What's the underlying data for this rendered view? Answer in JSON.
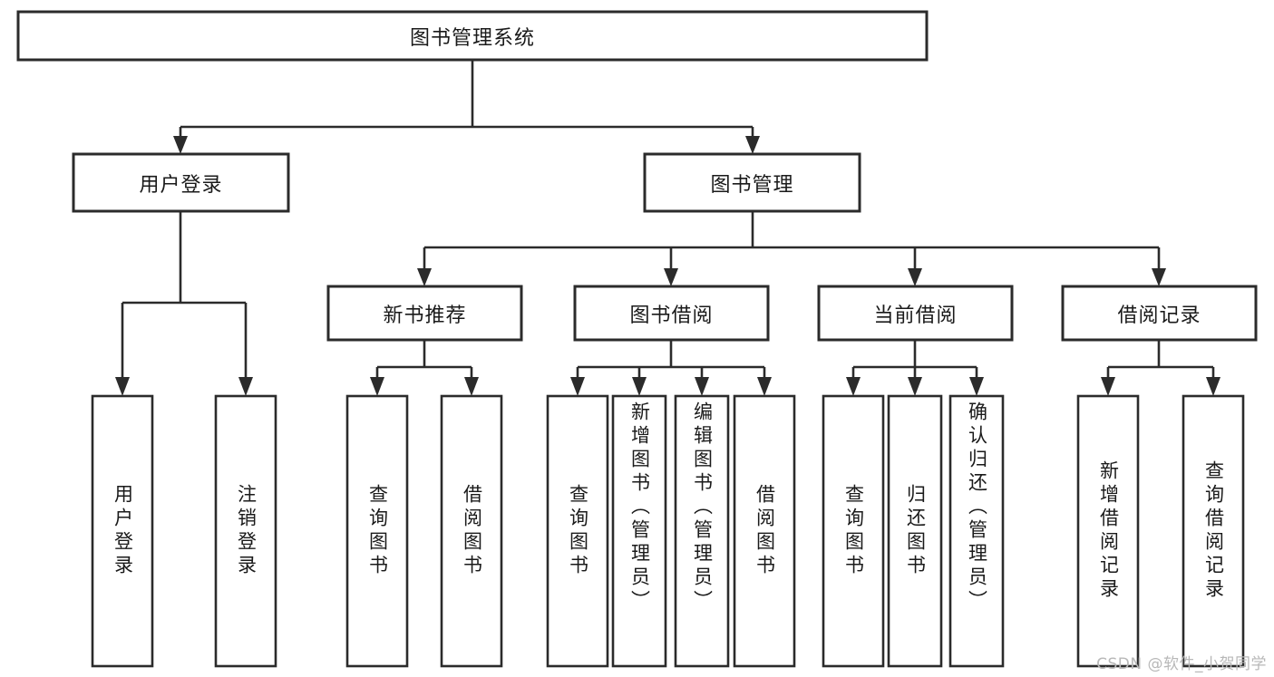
{
  "diagram": {
    "type": "tree-hierarchy",
    "title": "图书管理系统",
    "orientation": "top-down",
    "colors": {
      "stroke": "#2b2b2b",
      "fill": "#ffffff",
      "text": "#1a1a1a",
      "background": "#ffffff",
      "watermark": "#b8b8b8"
    },
    "levels": {
      "level1": [
        "图书管理系统"
      ],
      "level2": [
        "用户登录",
        "图书管理"
      ],
      "level3": [
        "新书推荐",
        "图书借阅",
        "当前借阅",
        "借阅记录"
      ],
      "level4": [
        "用户登录",
        "注销登录",
        "查询图书",
        "借阅图书",
        "查询图书",
        "新增图书（管理员）",
        "编辑图书（管理员）",
        "借阅图书",
        "查询图书",
        "归还图书",
        "确认归还（管理员）",
        "新增借阅记录",
        "查询借阅记录"
      ]
    },
    "nodes": {
      "root": {
        "label": "图书管理系统"
      },
      "user_login": {
        "label": "用户登录"
      },
      "book_manage": {
        "label": "图书管理"
      },
      "new_book_rec": {
        "label": "新书推荐"
      },
      "book_borrow": {
        "label": "图书借阅"
      },
      "current_borrow": {
        "label": "当前借阅"
      },
      "borrow_record": {
        "label": "借阅记录"
      },
      "leaf_user_login": {
        "label": "用户登录"
      },
      "leaf_logout": {
        "label": "注销登录"
      },
      "leaf_query_book_1": {
        "label": "查询图书"
      },
      "leaf_borrow_book_1": {
        "label": "借阅图书"
      },
      "leaf_query_book_2": {
        "label": "查询图书"
      },
      "leaf_add_book_admin": {
        "label": "新增图书（管理员）"
      },
      "leaf_edit_book_admin": {
        "label": "编辑图书（管理员）"
      },
      "leaf_borrow_book_2": {
        "label": "借阅图书"
      },
      "leaf_query_book_3": {
        "label": "查询图书"
      },
      "leaf_return_book": {
        "label": "归还图书"
      },
      "leaf_confirm_return_admin": {
        "label": "确认归还（管理员）"
      },
      "leaf_add_borrow_record": {
        "label": "新增借阅记录"
      },
      "leaf_query_borrow_record": {
        "label": "查询借阅记录"
      }
    },
    "edges": [
      {
        "from": "root",
        "to": "user_login"
      },
      {
        "from": "root",
        "to": "book_manage"
      },
      {
        "from": "user_login",
        "to": "leaf_user_login"
      },
      {
        "from": "user_login",
        "to": "leaf_logout"
      },
      {
        "from": "book_manage",
        "to": "new_book_rec"
      },
      {
        "from": "book_manage",
        "to": "book_borrow"
      },
      {
        "from": "book_manage",
        "to": "current_borrow"
      },
      {
        "from": "book_manage",
        "to": "borrow_record"
      },
      {
        "from": "new_book_rec",
        "to": "leaf_query_book_1"
      },
      {
        "from": "new_book_rec",
        "to": "leaf_borrow_book_1"
      },
      {
        "from": "book_borrow",
        "to": "leaf_query_book_2"
      },
      {
        "from": "book_borrow",
        "to": "leaf_add_book_admin"
      },
      {
        "from": "book_borrow",
        "to": "leaf_edit_book_admin"
      },
      {
        "from": "book_borrow",
        "to": "leaf_borrow_book_2"
      },
      {
        "from": "current_borrow",
        "to": "leaf_query_book_3"
      },
      {
        "from": "current_borrow",
        "to": "leaf_return_book"
      },
      {
        "from": "current_borrow",
        "to": "leaf_confirm_return_admin"
      },
      {
        "from": "borrow_record",
        "to": "leaf_add_borrow_record"
      },
      {
        "from": "borrow_record",
        "to": "leaf_query_borrow_record"
      }
    ]
  },
  "watermark": {
    "text": "CSDN @软件_小贺同学"
  }
}
